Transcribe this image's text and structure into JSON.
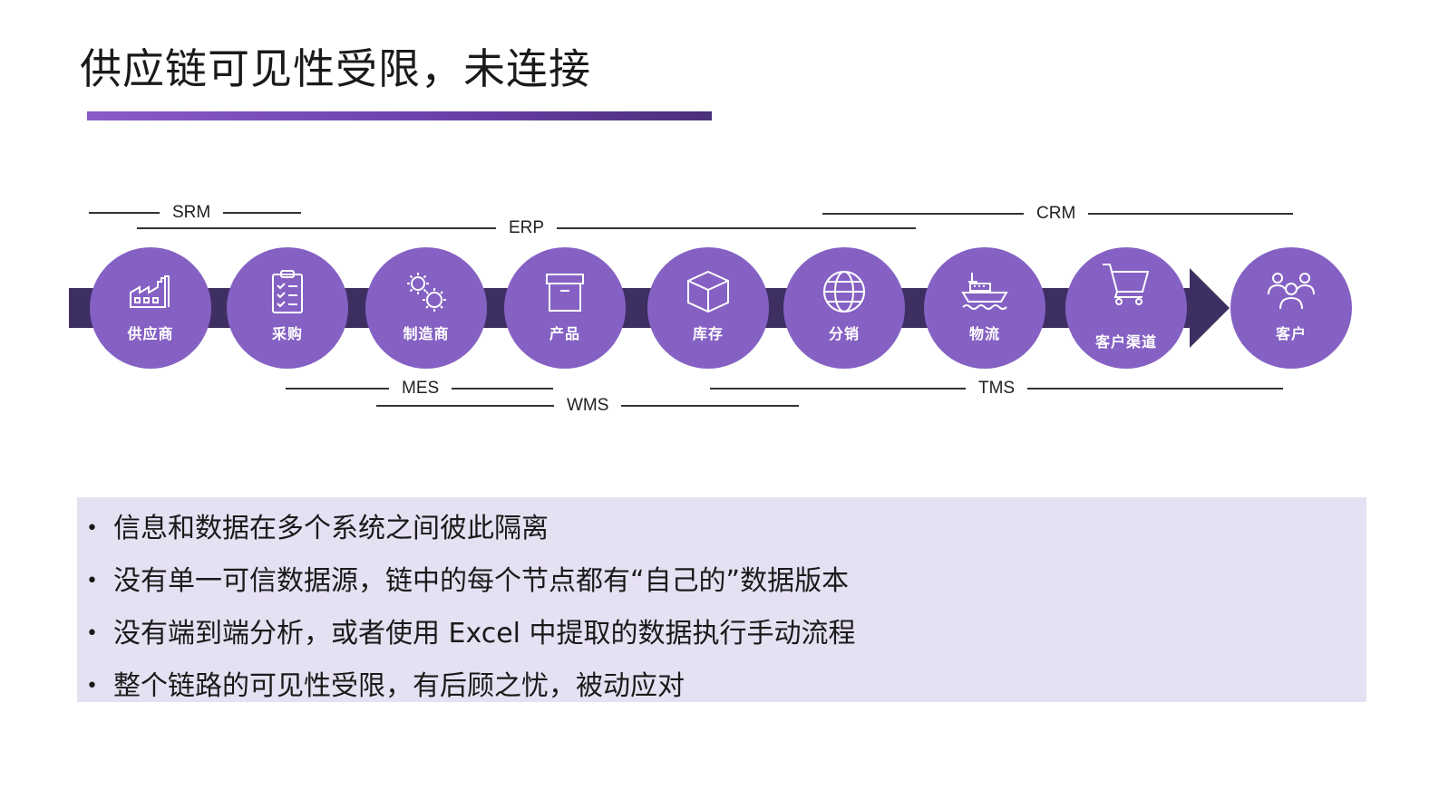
{
  "title": "供应链可见性受限，未连接",
  "systems": {
    "srm": "SRM",
    "erp": "ERP",
    "crm": "CRM",
    "mes": "MES",
    "wms": "WMS",
    "tms": "TMS"
  },
  "nodes": [
    {
      "label": "供应商",
      "icon": "factory-icon"
    },
    {
      "label": "采购",
      "icon": "clipboard-icon"
    },
    {
      "label": "制造商",
      "icon": "gears-icon"
    },
    {
      "label": "产品",
      "icon": "box-icon"
    },
    {
      "label": "库存",
      "icon": "package-icon"
    },
    {
      "label": "分销",
      "icon": "globe-icon"
    },
    {
      "label": "物流",
      "icon": "ship-icon"
    },
    {
      "label": "客户渠道",
      "icon": "cart-icon"
    },
    {
      "label": "客户",
      "icon": "people-icon"
    }
  ],
  "bullets": [
    "信息和数据在多个系统之间彼此隔离",
    "没有单一可信数据源，链中的每个节点都有“自己的”数据版本",
    "没有端到端分析，或者使用 Excel 中提取的数据执行手动流程",
    "整个链路的可见性受限，有后顾之忧，被动应对"
  ],
  "colors": {
    "node": "#8561c4",
    "spine": "#3e2f63",
    "panel": "#e6e0f3"
  }
}
